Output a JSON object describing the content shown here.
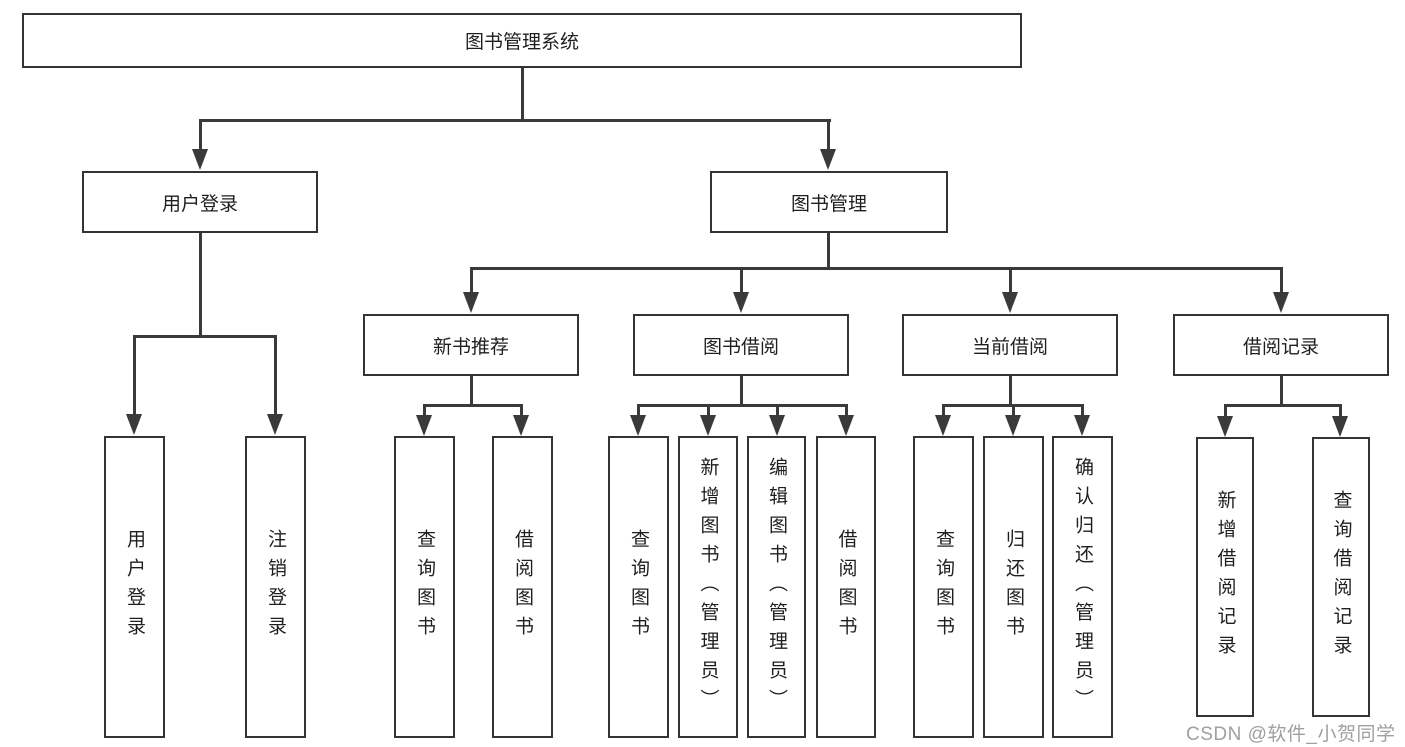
{
  "nodes": {
    "root": "图书管理系统",
    "user_login": "用户登录",
    "book_management": "图书管理",
    "new_book_recommend": "新书推荐",
    "book_borrowing": "图书借阅",
    "current_borrowing": "当前借阅",
    "borrowing_records": "借阅记录",
    "leaves": {
      "user_login": "用户登录",
      "logout": "注销登录",
      "nbr_query_books": "查询图书",
      "nbr_borrow_books": "借阅图书",
      "bb_query_books": "查询图书",
      "bb_add_books_admin": "新增图书（管理员）",
      "bb_edit_books_admin": "编辑图书（管理员）",
      "bb_borrow_books": "借阅图书",
      "cb_query_books": "查询图书",
      "cb_return_books": "归还图书",
      "cb_confirm_return_admin": "确认归还（管理员）",
      "br_add_record": "新增借阅记录",
      "br_query_record": "查询借阅记录"
    }
  },
  "hierarchy": {
    "图书管理系统": {
      "用户登录": [
        "用户登录",
        "注销登录"
      ],
      "图书管理": {
        "新书推荐": [
          "查询图书",
          "借阅图书"
        ],
        "图书借阅": [
          "查询图书",
          "新增图书（管理员）",
          "编辑图书（管理员）",
          "借阅图书"
        ],
        "当前借阅": [
          "查询图书",
          "归还图书",
          "确认归还（管理员）"
        ],
        "借阅记录": [
          "新增借阅记录",
          "查询借阅记录"
        ]
      }
    }
  },
  "watermark": {
    "text": "CSDN @软件_小贺同学"
  },
  "colors": {
    "line": "#3a3a3a",
    "box_border": "#343434",
    "text": "#1f1f1f",
    "watermark": "#a0a0a0",
    "background": "#ffffff"
  }
}
